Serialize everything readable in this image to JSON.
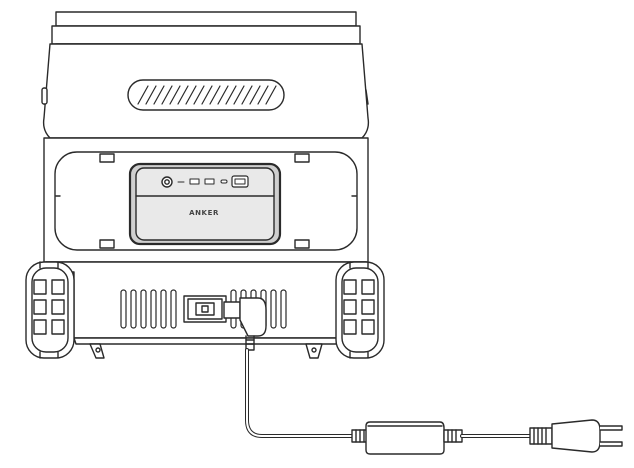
{
  "brand_label": "ANKER",
  "colors": {
    "line": "#2a2a2a",
    "panel_fill": "#e6e6e6",
    "module_fill": "#d4d4d4",
    "background": "#ffffff"
  },
  "icons": [
    "power-station",
    "expansion-battery",
    "ac-power-cable",
    "adapter-brick",
    "ac-plug"
  ]
}
